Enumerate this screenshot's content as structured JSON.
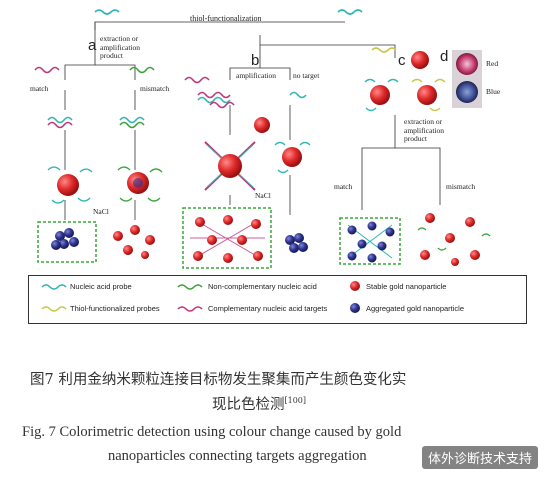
{
  "diagram": {
    "top_label": "thiol-functionalization",
    "panels": {
      "a": {
        "letter": "a",
        "step_label": "extraction or\namplification\nproduct",
        "match": "match",
        "mismatch": "mismatch",
        "salt": "NaCl"
      },
      "b": {
        "letter": "b",
        "amplification": "amplification",
        "no_target": "no target",
        "salt": "NaCl"
      },
      "c": {
        "letter": "c",
        "step_label": "extraction or\namplification\nproduct",
        "match": "match",
        "mismatch": "mismatch"
      },
      "d": {
        "letter": "d",
        "red": "Red",
        "blue": "Blue"
      }
    },
    "legend": {
      "probe": "Nucleic acid probe",
      "thiol_probe": "Thiol-functionalized probes",
      "noncomp": "Non-complementary nucleic acid",
      "comp": "Complementary nucleic acid targets",
      "stable": "Stable gold nanoparticle",
      "aggregated": "Aggregated gold nanoparticle"
    },
    "colors": {
      "gold_red": "#d8232a",
      "aggregated_blue": "#2a2f8a",
      "probe_teal": "#2fb6b6",
      "target_magenta": "#c2367a",
      "green_box": "#3aa53a"
    }
  },
  "caption": {
    "cn_line1": "图7   利用金纳米颗粒连接目标物发生聚集而产生颜色变化实",
    "cn_line2": "现比色检测",
    "cn_ref": "[100]",
    "en_line1": "Fig. 7   Colorimetric detection using colour change caused by gold",
    "en_line2": "nanoparticles connecting targets aggregation"
  },
  "watermark": "体外诊断技术支持"
}
